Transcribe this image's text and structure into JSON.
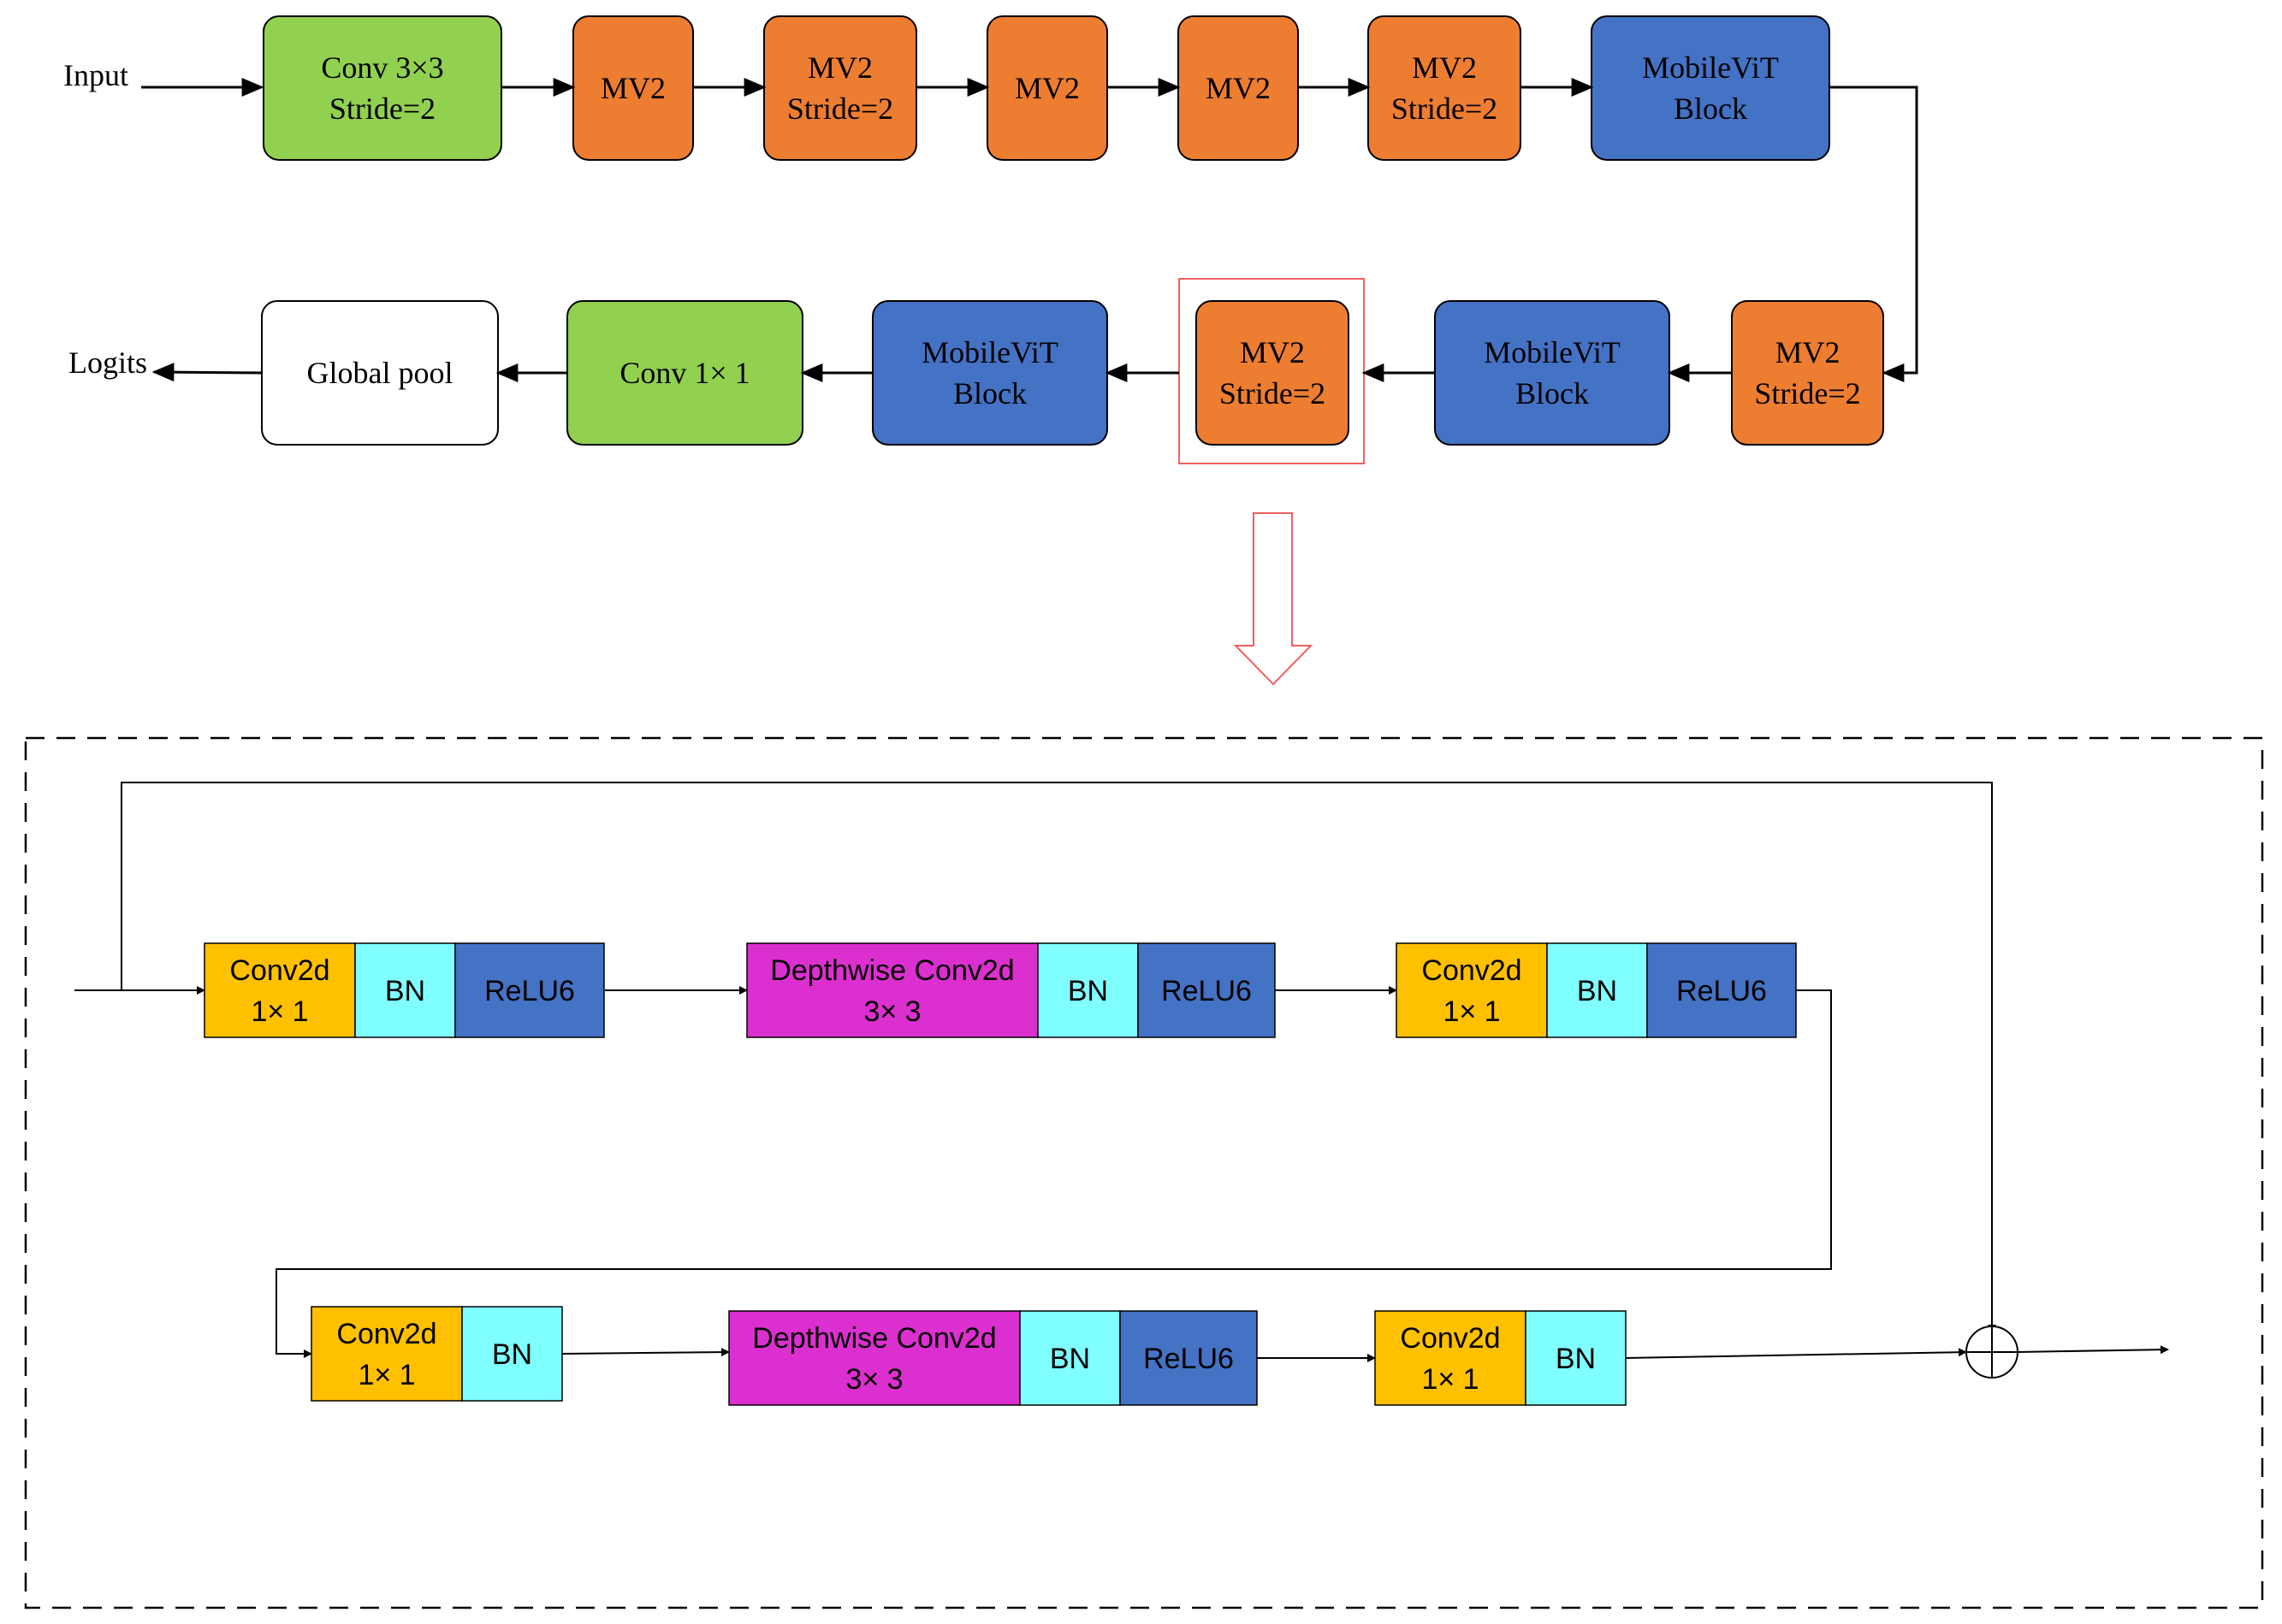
{
  "colors": {
    "green": "#92D050",
    "orange": "#ED7D31",
    "blue": "#4472C4",
    "yellow": "#FFC000",
    "cyan": "#7FFFFF",
    "magenta": "#DC2FCF",
    "highlight_red": "#F06060",
    "line": "#000000"
  },
  "top": {
    "input_label": "Input",
    "logits_label": "Logits",
    "row1": [
      {
        "l1": "Conv 3×3",
        "l2": "Stride=2",
        "color": "green"
      },
      {
        "l1": "MV2",
        "l2": "",
        "color": "orange"
      },
      {
        "l1": "MV2",
        "l2": "Stride=2",
        "color": "orange"
      },
      {
        "l1": "MV2",
        "l2": "",
        "color": "orange"
      },
      {
        "l1": "MV2",
        "l2": "",
        "color": "orange"
      },
      {
        "l1": "MV2",
        "l2": "Stride=2",
        "color": "orange"
      },
      {
        "l1": "MobileViT",
        "l2": "Block",
        "color": "blue"
      }
    ],
    "row2": [
      {
        "l1": "Global pool",
        "l2": "",
        "color": "white"
      },
      {
        "l1": "Conv 1× 1",
        "l2": "",
        "color": "green"
      },
      {
        "l1": "MobileViT",
        "l2": "Block",
        "color": "blue"
      },
      {
        "l1": "MV2",
        "l2": "Stride=2",
        "color": "orange"
      },
      {
        "l1": "MobileViT",
        "l2": "Block",
        "color": "blue"
      },
      {
        "l1": "MV2",
        "l2": "Stride=2",
        "color": "orange"
      }
    ]
  },
  "detail": {
    "row1": [
      {
        "cells": [
          {
            "l1": "Conv2d",
            "l2": "1× 1",
            "color": "yellow"
          },
          {
            "l1": "BN",
            "l2": "",
            "color": "cyan"
          },
          {
            "l1": "ReLU6",
            "l2": "",
            "color": "blue"
          }
        ]
      },
      {
        "cells": [
          {
            "l1": "Depthwise Conv2d",
            "l2": "3× 3",
            "color": "magenta"
          },
          {
            "l1": "BN",
            "l2": "",
            "color": "cyan"
          },
          {
            "l1": "ReLU6",
            "l2": "",
            "color": "blue"
          }
        ]
      },
      {
        "cells": [
          {
            "l1": "Conv2d",
            "l2": "1× 1",
            "color": "yellow"
          },
          {
            "l1": "BN",
            "l2": "",
            "color": "cyan"
          },
          {
            "l1": "ReLU6",
            "l2": "",
            "color": "blue"
          }
        ]
      }
    ],
    "row2": [
      {
        "cells": [
          {
            "l1": "Conv2d",
            "l2": "1× 1",
            "color": "yellow"
          },
          {
            "l1": "BN",
            "l2": "",
            "color": "cyan"
          }
        ]
      },
      {
        "cells": [
          {
            "l1": "Depthwise Conv2d",
            "l2": "3× 3",
            "color": "magenta"
          },
          {
            "l1": "BN",
            "l2": "",
            "color": "cyan"
          },
          {
            "l1": "ReLU6",
            "l2": "",
            "color": "blue"
          }
        ]
      },
      {
        "cells": [
          {
            "l1": "Conv2d",
            "l2": "1× 1",
            "color": "yellow"
          },
          {
            "l1": "BN",
            "l2": "",
            "color": "cyan"
          }
        ]
      }
    ]
  }
}
